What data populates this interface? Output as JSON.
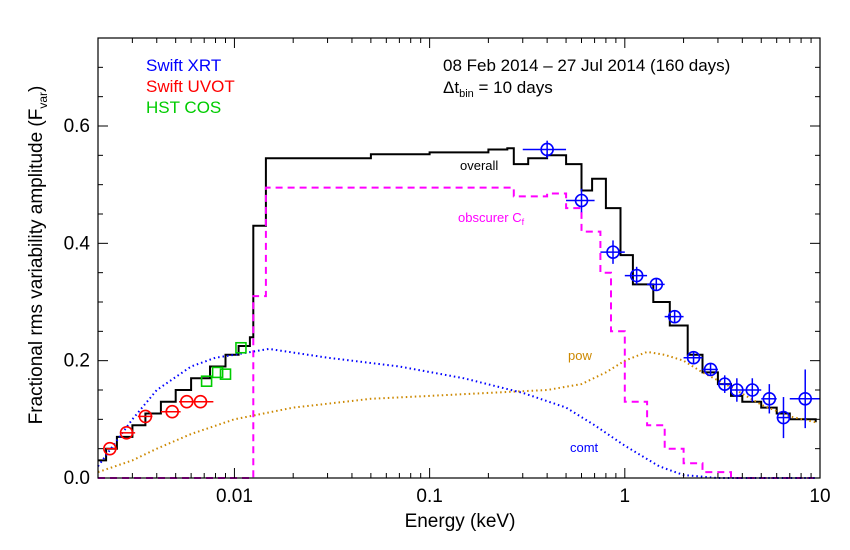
{
  "chart_data": {
    "type": "line",
    "xscale": "log",
    "xlim": [
      0.002,
      10
    ],
    "ylim": [
      0.0,
      0.75
    ],
    "xlabel": "Energy (keV)",
    "ylabel": "Fractional rms variability amplitude (F",
    "ylabel_sub": "var",
    "ylabel_end": ")",
    "x_ticks": [
      {
        "value": 0.01,
        "label": "0.01"
      },
      {
        "value": 0.1,
        "label": "0.1"
      },
      {
        "value": 1,
        "label": "1"
      },
      {
        "value": 10,
        "label": "10"
      }
    ],
    "y_ticks": [
      {
        "value": 0.0,
        "label": "0.0"
      },
      {
        "value": 0.2,
        "label": "0.2"
      },
      {
        "value": 0.4,
        "label": "0.4"
      },
      {
        "value": 0.6,
        "label": "0.6"
      }
    ],
    "info": {
      "line1": "08 Feb 2014 – 27 Jul 2014 (160 days)",
      "line2_prefix": "Δt",
      "line2_sub": "bin",
      "line2_suffix": " = 10 days"
    },
    "legend": [
      {
        "name": "Swift XRT",
        "color": "#0000ff"
      },
      {
        "name": "Swift UVOT",
        "color": "#ff0000"
      },
      {
        "name": "HST COS",
        "color": "#00cc00"
      }
    ],
    "model_curves": [
      {
        "label": "overall",
        "color": "#000000",
        "style": "solid-step",
        "points": [
          [
            0.002,
            0.03
          ],
          [
            0.0022,
            0.05
          ],
          [
            0.0025,
            0.07
          ],
          [
            0.003,
            0.09
          ],
          [
            0.0035,
            0.11
          ],
          [
            0.0042,
            0.13
          ],
          [
            0.005,
            0.15
          ],
          [
            0.006,
            0.17
          ],
          [
            0.0075,
            0.19
          ],
          [
            0.009,
            0.21
          ],
          [
            0.0105,
            0.225
          ],
          [
            0.012,
            0.24
          ],
          [
            0.0125,
            0.43
          ],
          [
            0.0145,
            0.545
          ],
          [
            0.05,
            0.552
          ],
          [
            0.1,
            0.555
          ],
          [
            0.2,
            0.56
          ],
          [
            0.25,
            0.562
          ],
          [
            0.27,
            0.535
          ],
          [
            0.32,
            0.545
          ],
          [
            0.4,
            0.55
          ],
          [
            0.5,
            0.535
          ],
          [
            0.6,
            0.49
          ],
          [
            0.68,
            0.51
          ],
          [
            0.8,
            0.46
          ],
          [
            0.95,
            0.38
          ],
          [
            1.1,
            0.33
          ],
          [
            1.4,
            0.3
          ],
          [
            1.7,
            0.26
          ],
          [
            2.1,
            0.21
          ],
          [
            2.5,
            0.18
          ],
          [
            3,
            0.16
          ],
          [
            3.5,
            0.14
          ],
          [
            4,
            0.13
          ],
          [
            5,
            0.12
          ],
          [
            6,
            0.11
          ],
          [
            7,
            0.1
          ],
          [
            9.5,
            0.095
          ]
        ]
      },
      {
        "label": "obscurer C",
        "label_sub": "f",
        "color": "#ff00ff",
        "style": "dashed-step",
        "points": [
          [
            0.002,
            0.0
          ],
          [
            0.0125,
            0.0
          ],
          [
            0.0125,
            0.31
          ],
          [
            0.0145,
            0.31
          ],
          [
            0.0145,
            0.495
          ],
          [
            0.25,
            0.495
          ],
          [
            0.27,
            0.48
          ],
          [
            0.4,
            0.485
          ],
          [
            0.5,
            0.46
          ],
          [
            0.6,
            0.42
          ],
          [
            0.75,
            0.35
          ],
          [
            0.85,
            0.25
          ],
          [
            1.0,
            0.13
          ],
          [
            1.3,
            0.09
          ],
          [
            1.6,
            0.05
          ],
          [
            2.0,
            0.025
          ],
          [
            2.5,
            0.01
          ],
          [
            3.5,
            0.0
          ],
          [
            9.5,
            0.0
          ]
        ]
      },
      {
        "label": "pow",
        "color": "#cc8800",
        "style": "dotted",
        "points": [
          [
            0.002,
            0.01
          ],
          [
            0.003,
            0.03
          ],
          [
            0.004,
            0.05
          ],
          [
            0.006,
            0.075
          ],
          [
            0.01,
            0.1
          ],
          [
            0.02,
            0.12
          ],
          [
            0.05,
            0.135
          ],
          [
            0.1,
            0.14
          ],
          [
            0.2,
            0.145
          ],
          [
            0.4,
            0.15
          ],
          [
            0.6,
            0.16
          ],
          [
            0.8,
            0.18
          ],
          [
            1.0,
            0.2
          ],
          [
            1.3,
            0.215
          ],
          [
            1.6,
            0.21
          ],
          [
            2.0,
            0.2
          ],
          [
            2.5,
            0.18
          ],
          [
            3.5,
            0.155
          ],
          [
            5,
            0.125
          ],
          [
            7,
            0.105
          ],
          [
            9.5,
            0.095
          ]
        ]
      },
      {
        "label": "comt",
        "color": "#0000ff",
        "style": "dotted",
        "points": [
          [
            0.002,
            0.02
          ],
          [
            0.003,
            0.1
          ],
          [
            0.004,
            0.15
          ],
          [
            0.006,
            0.19
          ],
          [
            0.008,
            0.205
          ],
          [
            0.01,
            0.21
          ],
          [
            0.015,
            0.22
          ],
          [
            0.03,
            0.205
          ],
          [
            0.07,
            0.19
          ],
          [
            0.15,
            0.17
          ],
          [
            0.3,
            0.145
          ],
          [
            0.5,
            0.12
          ],
          [
            0.7,
            0.09
          ],
          [
            1.0,
            0.055
          ],
          [
            1.5,
            0.02
          ],
          [
            2.0,
            0.005
          ],
          [
            3.0,
            0.0
          ],
          [
            9.5,
            0.0
          ]
        ]
      }
    ],
    "data_series": [
      {
        "name": "Swift XRT",
        "color": "#0000ff",
        "marker": "circle-cross",
        "points": [
          {
            "x": 0.4,
            "y": 0.56,
            "xlo": 0.3,
            "xhi": 0.5,
            "yerr": 0.015
          },
          {
            "x": 0.6,
            "y": 0.473,
            "xlo": 0.5,
            "xhi": 0.7,
            "yerr": 0.02
          },
          {
            "x": 0.87,
            "y": 0.385,
            "xlo": 0.75,
            "xhi": 1.0,
            "yerr": 0.02
          },
          {
            "x": 1.15,
            "y": 0.345,
            "xlo": 1.0,
            "xhi": 1.3,
            "yerr": 0.015
          },
          {
            "x": 1.45,
            "y": 0.33,
            "xlo": 1.3,
            "xhi": 1.6,
            "yerr": 0.01
          },
          {
            "x": 1.8,
            "y": 0.275,
            "xlo": 1.6,
            "xhi": 2.0,
            "yerr": 0.01
          },
          {
            "x": 2.25,
            "y": 0.205,
            "xlo": 2.0,
            "xhi": 2.5,
            "yerr": 0.01
          },
          {
            "x": 2.75,
            "y": 0.185,
            "xlo": 2.5,
            "xhi": 3.0,
            "yerr": 0.01
          },
          {
            "x": 3.25,
            "y": 0.16,
            "xlo": 3.0,
            "xhi": 3.5,
            "yerr": 0.015
          },
          {
            "x": 3.75,
            "y": 0.15,
            "xlo": 3.5,
            "xhi": 4.0,
            "yerr": 0.02
          },
          {
            "x": 4.5,
            "y": 0.15,
            "xlo": 4.0,
            "xhi": 5.0,
            "yerr": 0.02
          },
          {
            "x": 5.5,
            "y": 0.135,
            "xlo": 5.0,
            "xhi": 6.0,
            "yerr": 0.025
          },
          {
            "x": 6.5,
            "y": 0.103,
            "xlo": 6.0,
            "xhi": 7.0,
            "yerr": 0.035
          },
          {
            "x": 8.4,
            "y": 0.135,
            "xlo": 7.0,
            "xhi": 10.0,
            "yerr": 0.05
          }
        ]
      },
      {
        "name": "Swift UVOT",
        "color": "#ff0000",
        "marker": "circle",
        "points": [
          {
            "x": 0.0023,
            "y": 0.05,
            "xlo": 0.0022,
            "xhi": 0.0025
          },
          {
            "x": 0.0028,
            "y": 0.077,
            "xlo": 0.0026,
            "xhi": 0.0031
          },
          {
            "x": 0.0035,
            "y": 0.105,
            "xlo": 0.0032,
            "xhi": 0.0038
          },
          {
            "x": 0.0048,
            "y": 0.113,
            "xlo": 0.0042,
            "xhi": 0.0053
          },
          {
            "x": 0.0057,
            "y": 0.13,
            "xlo": 0.0052,
            "xhi": 0.0064
          },
          {
            "x": 0.0067,
            "y": 0.13,
            "xlo": 0.006,
            "xhi": 0.0078
          }
        ]
      },
      {
        "name": "HST COS",
        "color": "#00cc00",
        "marker": "square",
        "points": [
          {
            "x": 0.0072,
            "y": 0.165
          },
          {
            "x": 0.0082,
            "y": 0.18
          },
          {
            "x": 0.009,
            "y": 0.177
          },
          {
            "x": 0.0108,
            "y": 0.222
          }
        ]
      }
    ]
  }
}
